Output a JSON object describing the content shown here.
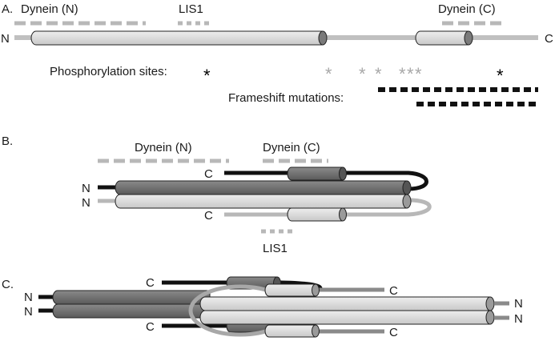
{
  "panel_a": {
    "letter": "A.",
    "dynein_n": "Dynein (N)",
    "lis1": "LIS1",
    "dynein_c": "Dynein (C)",
    "n_terminus": "N",
    "c_terminus": "C",
    "phospho_label": "Phosphorylation sites:",
    "phospho_mark": "*",
    "frameshift_label": "Frameshift mutations:"
  },
  "panel_b": {
    "letter": "B.",
    "dynein_n": "Dynein (N)",
    "dynein_c": "Dynein (C)",
    "lis1": "LIS1",
    "n_top": "N",
    "n_bottom": "N",
    "c_top": "C",
    "c_bottom": "C"
  },
  "panel_c": {
    "letter": "C.",
    "n_left_top": "N",
    "n_left_bottom": "N",
    "c_left_top": "C",
    "c_left_bottom": "C",
    "c_right_top": "C",
    "c_right_bottom": "C",
    "n_right_top": "N",
    "n_right_bottom": "N"
  },
  "colors": {
    "light_gray": "#d4d4d4",
    "dark_gray": "#6e6e6e",
    "line_gray": "#b8b8b8",
    "black": "#111111"
  }
}
